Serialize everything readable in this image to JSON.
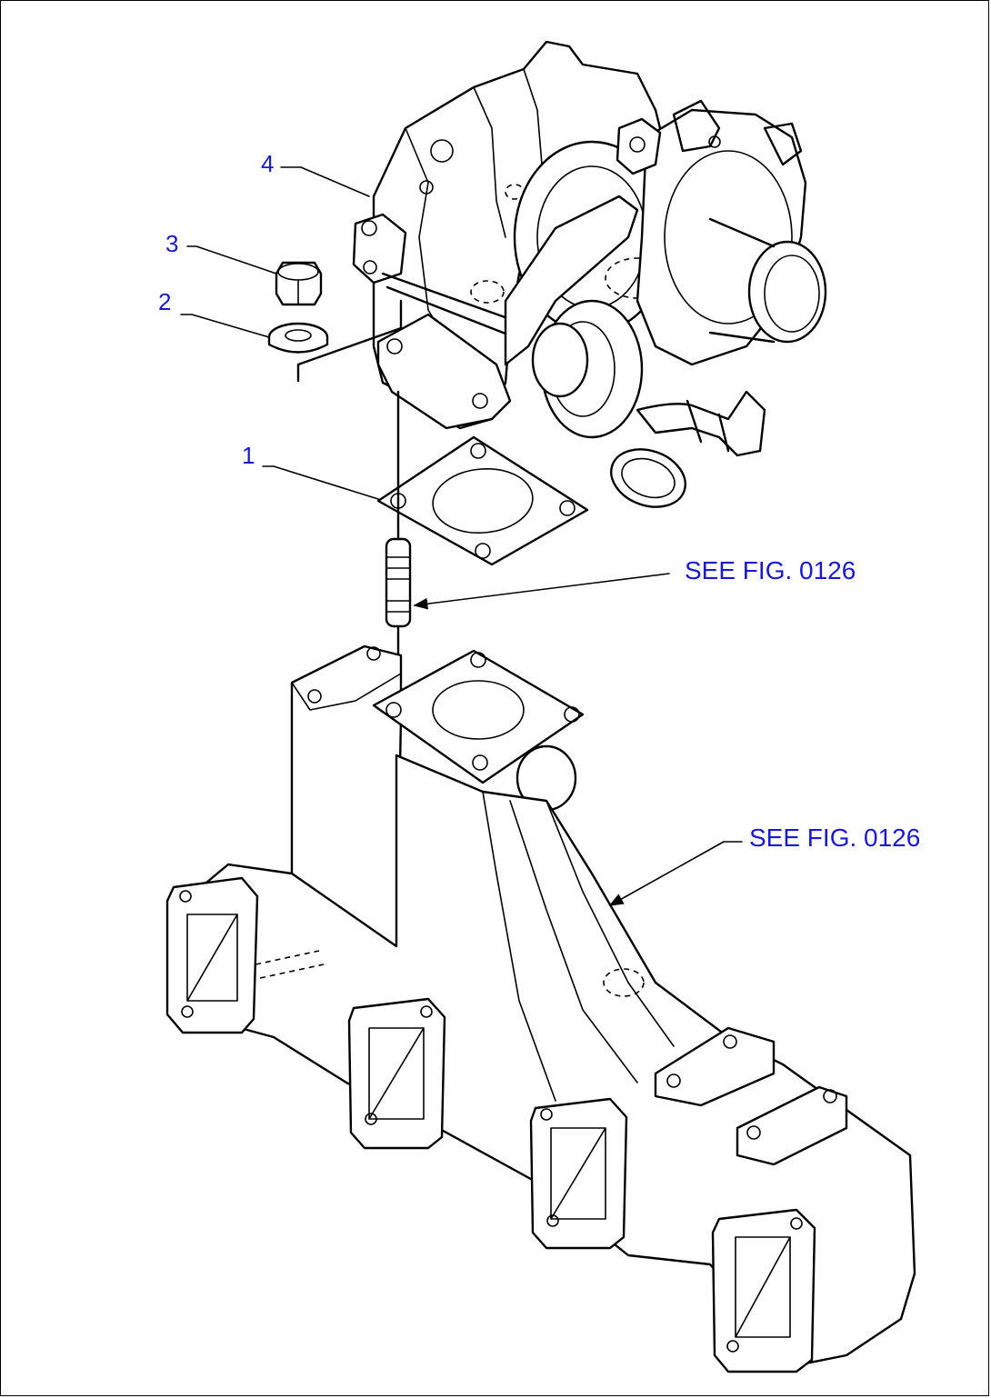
{
  "callouts": {
    "c1": "1",
    "c2": "2",
    "c3": "3",
    "c4": "4"
  },
  "references": {
    "stud": "SEE FIG. 0126",
    "manifold": "SEE FIG. 0126"
  },
  "colors": {
    "label_blue": "#1a1acc",
    "line": "#000000",
    "background": "#ffffff"
  }
}
